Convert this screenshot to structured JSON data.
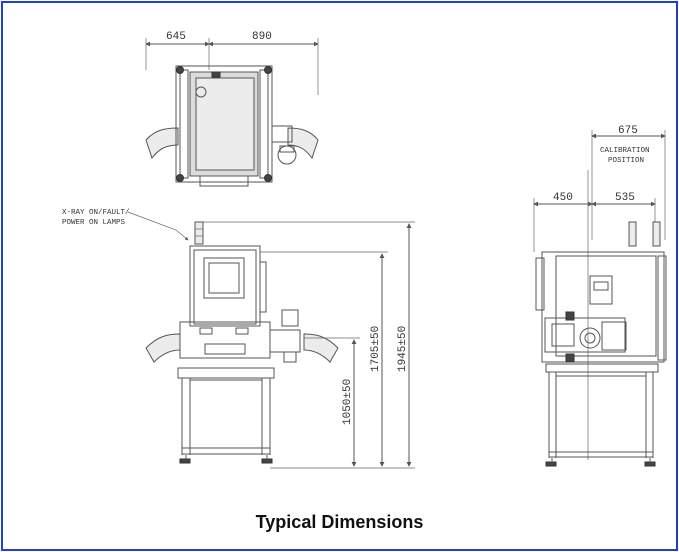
{
  "caption": "Typical Dimensions",
  "top_view": {
    "dim_left": "645",
    "dim_right": "890"
  },
  "front_view": {
    "lamps_label_line1": "X-RAY ON/FAULT/",
    "lamps_label_line2": "POWER ON LAMPS",
    "height_conveyor": "1050±50",
    "height_cabinet": "1705±50",
    "height_total": "1945±50"
  },
  "side_view": {
    "dim_calibration": "675",
    "calibration_line1": "CALIBRATION",
    "calibration_line2": "POSITION",
    "dim_left": "450",
    "dim_right": "535"
  },
  "colors": {
    "frame": "#1f3fd0",
    "line": "#555555"
  }
}
